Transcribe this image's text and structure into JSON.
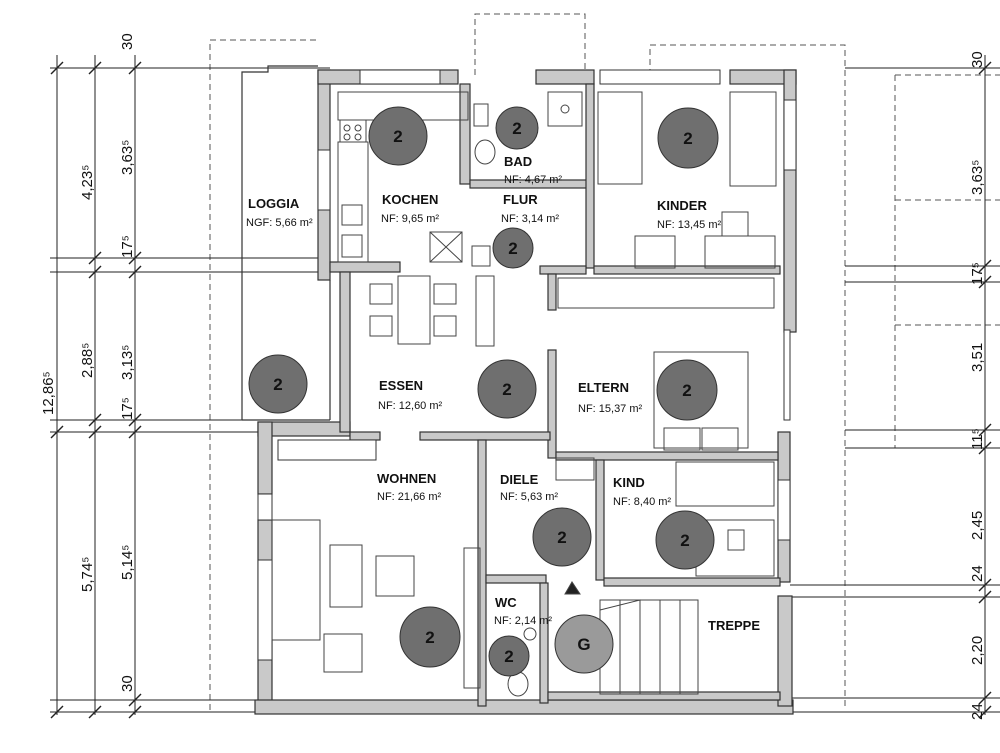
{
  "rooms": {
    "loggia": {
      "name": "LOGGIA",
      "area": "NGF: 5,66 m²"
    },
    "kochen": {
      "name": "KOCHEN",
      "area": "NF: 9,65 m²"
    },
    "bad": {
      "name": "BAD",
      "area": "NF: 4,67 m²"
    },
    "flur": {
      "name": "FLUR",
      "area": "NF: 3,14 m²"
    },
    "kinder": {
      "name": "KINDER",
      "area": "NF: 13,45 m²"
    },
    "essen": {
      "name": "ESSEN",
      "area": "NF: 12,60 m²"
    },
    "eltern": {
      "name": "ELTERN",
      "area": "NF: 15,37 m²"
    },
    "wohnen": {
      "name": "WOHNEN",
      "area": "NF: 21,66 m²"
    },
    "diele": {
      "name": "DIELE",
      "area": "NF: 5,63 m²"
    },
    "kind": {
      "name": "KIND",
      "area": "NF: 8,40 m²"
    },
    "wc": {
      "name": "WC",
      "area": "NF: 2,14 m²"
    },
    "treppe": {
      "name": "TREPPE"
    }
  },
  "badges": {
    "room": "2",
    "stair": "G"
  },
  "colors": {
    "badge_fill": "#6f6f6f",
    "stair_badge_fill": "#9a9a9a",
    "wall": "#8a8a8a"
  },
  "dimensions": {
    "left": {
      "d1": "30",
      "d2": "3,63⁵",
      "d3": "4,23⁵",
      "d4": "17⁵",
      "d5": "3,13⁵",
      "d6": "2,88⁵",
      "d7": "17⁵",
      "d8": "12,86⁵",
      "d9": "5,14⁵",
      "d10": "5,74⁵",
      "d11": "30"
    },
    "right": {
      "r1": "30",
      "r2": "3,63⁵",
      "r3": "17⁵",
      "r4": "3,51",
      "r5": "11⁵",
      "r6": "2,45",
      "r7": "24",
      "r8": "2,20",
      "r9": "24"
    }
  }
}
